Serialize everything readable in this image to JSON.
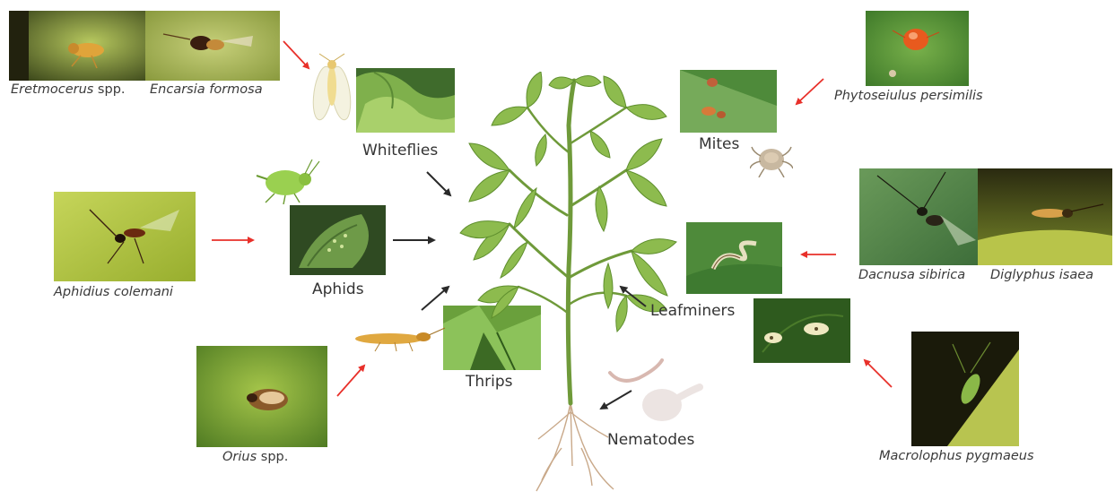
{
  "pests": {
    "whiteflies": "Whiteflies",
    "aphids": "Aphids",
    "thrips": "Thrips",
    "mites": "Mites",
    "leafminers": "Leafminers",
    "nematodes": "Nematodes"
  },
  "enemies": {
    "eretmocerus": {
      "genus": "Eretmocerus",
      "suffix": " spp."
    },
    "encarsia": {
      "name": "Encarsia formosa"
    },
    "aphidius": {
      "name": "Aphidius colemani"
    },
    "orius": {
      "genus": "Orius",
      "suffix": " spp."
    },
    "phytoseiulus": {
      "name": "Phytoseiulus persimilis"
    },
    "dacnusa": {
      "name": "Dacnusa sibirica"
    },
    "diglyphus": {
      "name": "Diglyphus isaea"
    },
    "macrolophus": {
      "name": "Macrolophus pygmaeus"
    }
  },
  "colors": {
    "enemy_arrow": "#e8302a",
    "pest_arrow": "#2a2a2a",
    "leaf": "#8dbb4e",
    "leaf_dark": "#5f8f2e",
    "stem": "#6f9a3a",
    "root": "#c9a98a"
  },
  "icons": [
    "whitefly-icon",
    "aphid-icon",
    "thrips-icon",
    "mite-icon",
    "nematode-icon",
    "tomato-plant-icon"
  ]
}
